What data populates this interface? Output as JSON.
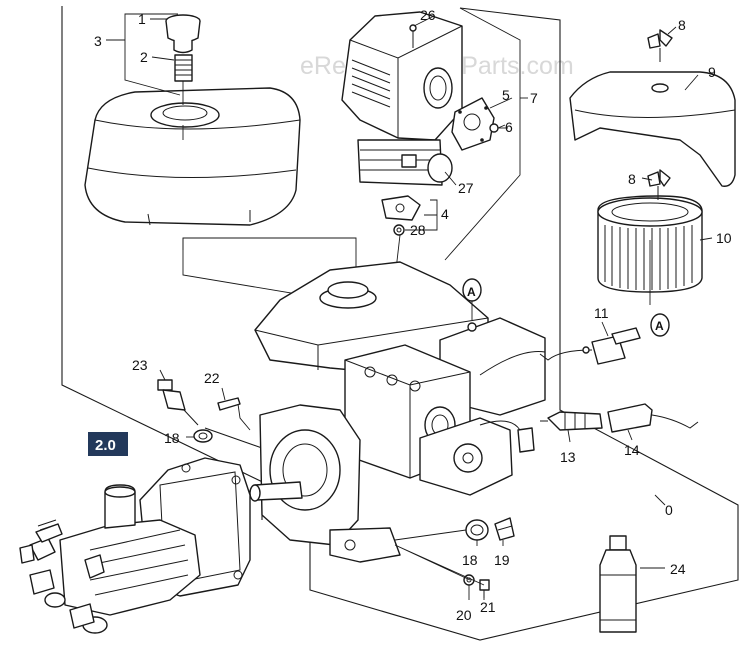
{
  "watermark": "eReplacementParts.com",
  "section_badge": {
    "label": "2.0",
    "color": "#23395b"
  },
  "reference_mark": "A",
  "callouts": {
    "p0": "0",
    "p1": "1",
    "p2": "2",
    "p3": "3",
    "p4": "4",
    "p5": "5",
    "p6": "6",
    "p7": "7",
    "p8a": "8",
    "p8b": "8",
    "p9": "9",
    "p10": "10",
    "p11": "11",
    "p13": "13",
    "p14": "14",
    "p18a": "18",
    "p18b": "18",
    "p19": "19",
    "p20": "20",
    "p21": "21",
    "p22": "22",
    "p23": "23",
    "p24": "24",
    "p26": "26",
    "p27": "27",
    "p28": "28"
  }
}
